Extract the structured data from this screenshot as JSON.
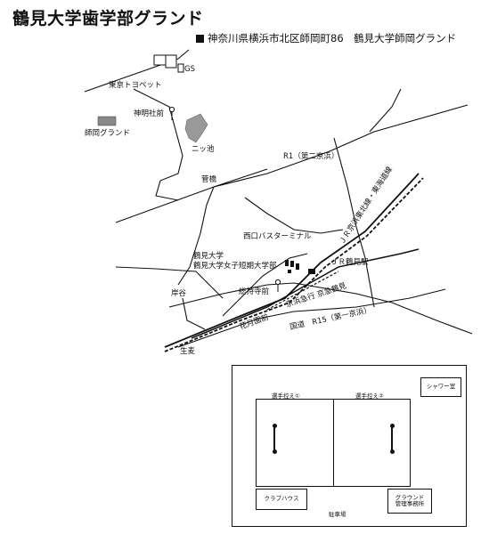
{
  "title": "鶴見大学歯学部グランド",
  "address": "神奈川県横浜市北区師岡町86　鶴見大学師岡グランド",
  "map": {
    "labels": {
      "gs": "GS",
      "toyopet": "東京トヨペット",
      "shrine": "神明社前",
      "ground": "師岡グランド",
      "pond": "ニッ池",
      "r1": "R1（第二京浜）",
      "bridge": "菅橋",
      "bus": "西口バスターミナル",
      "univ1": "鶴見大学",
      "univ2": "鶴見大学女子短期大学部",
      "jr_line": "ＪＲ京浜東北線・東海道線",
      "jr_station": "ＪＲ鶴見駅",
      "sojiji": "総持寺前",
      "kishiya": "岸谷",
      "keikyu": "京浜急行 京急鶴見",
      "hanazuki": "花月園前",
      "r15": "国道　R15（第一京浜）",
      "namamugi": "生麦"
    }
  },
  "ground": {
    "shower": "シャワー室",
    "bench1": "選手控え①",
    "bench2": "選手控え②",
    "clubhouse": "クラブハウス",
    "office_line1": "グラウンド",
    "office_line2": "管理事務所",
    "parking": "駐車場"
  }
}
